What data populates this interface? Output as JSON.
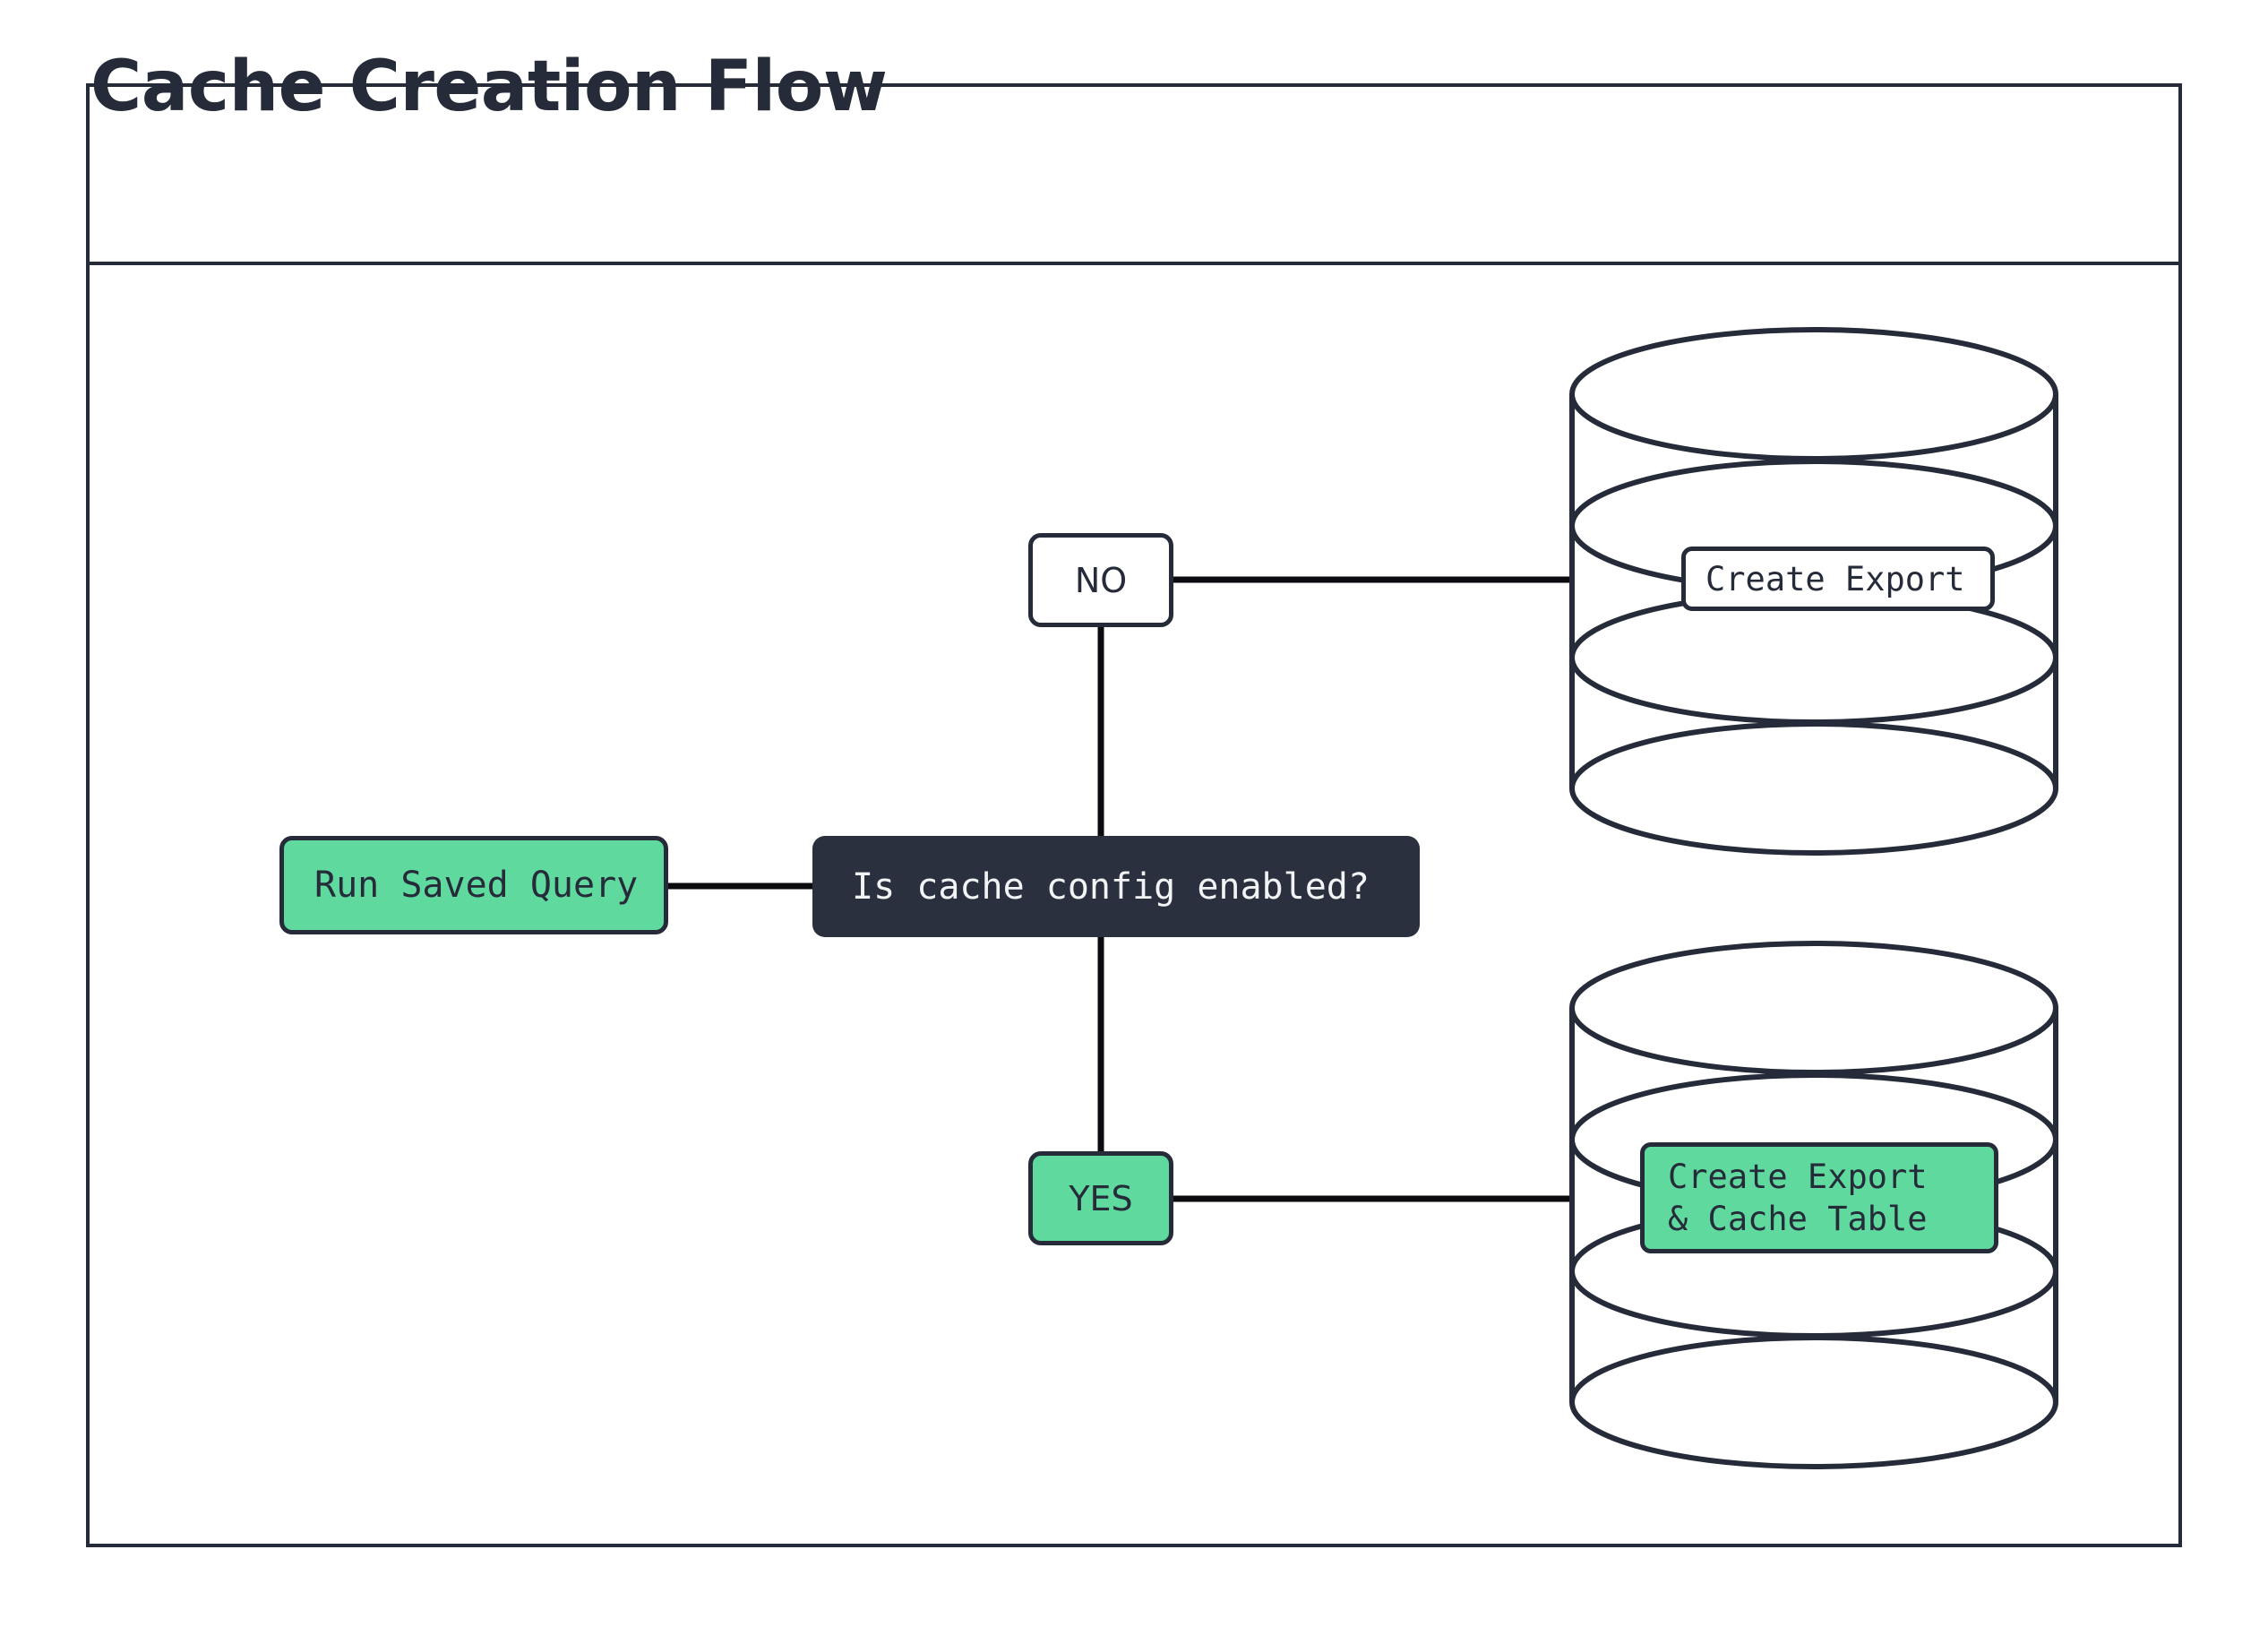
{
  "diagram": {
    "title": "Cache Creation Flow",
    "type": "flowchart",
    "colors": {
      "accent_green": "#5fd99e",
      "dark_navy": "#262b3a",
      "decision_fill": "#2b303f",
      "canvas": "#ffffff"
    },
    "nodes": [
      {
        "id": "run-saved-query",
        "label": "Run Saved Query",
        "shape": "rounded-rect",
        "style": "green"
      },
      {
        "id": "decision",
        "label": "Is cache config enabled?",
        "shape": "rounded-rect",
        "style": "dark"
      },
      {
        "id": "branch-no",
        "label": "NO",
        "shape": "rounded-rect",
        "style": "white"
      },
      {
        "id": "branch-yes",
        "label": "YES",
        "shape": "rounded-rect",
        "style": "green"
      },
      {
        "id": "database-export",
        "label": "Create Export",
        "shape": "database-cylinder",
        "style": "white"
      },
      {
        "id": "database-export-cache",
        "label_line1": "Create Export",
        "label_line2": "& Cache Table",
        "shape": "database-cylinder",
        "style": "green"
      }
    ],
    "edges": [
      {
        "from": "run-saved-query",
        "to": "decision",
        "label": ""
      },
      {
        "from": "decision",
        "to": "branch-no",
        "label": ""
      },
      {
        "from": "decision",
        "to": "branch-yes",
        "label": ""
      },
      {
        "from": "branch-no",
        "to": "database-export",
        "label": ""
      },
      {
        "from": "branch-yes",
        "to": "database-export-cache",
        "label": ""
      }
    ]
  }
}
